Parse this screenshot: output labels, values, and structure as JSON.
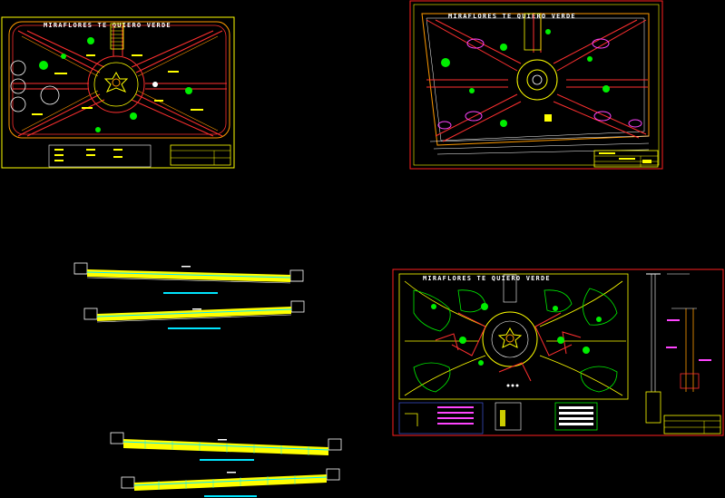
{
  "sheet_titles": {
    "plan_a": "MIRAFLORES TE QUIERO VERDE",
    "plan_b": "MIRAFLORES TE QUIERO VERDE",
    "plan_c": "MIRAFLORES TE QUIERO VERDE"
  },
  "colors": {
    "background": "#000000",
    "frame_yellow": "#ffff00",
    "frame_red": "#ff2020",
    "paths_red": "#ff3030",
    "text_yellow": "#ffff00",
    "trees_green": "#00ee00",
    "profile_cyan": "#00e5ff",
    "magenta": "#ff44ff",
    "blue": "#4a63ff",
    "white": "#ffffff",
    "orange": "#ff9a00"
  },
  "icons": {
    "tree": "tree-icon",
    "fountain": "fountain-icon",
    "section": "section-profile"
  }
}
